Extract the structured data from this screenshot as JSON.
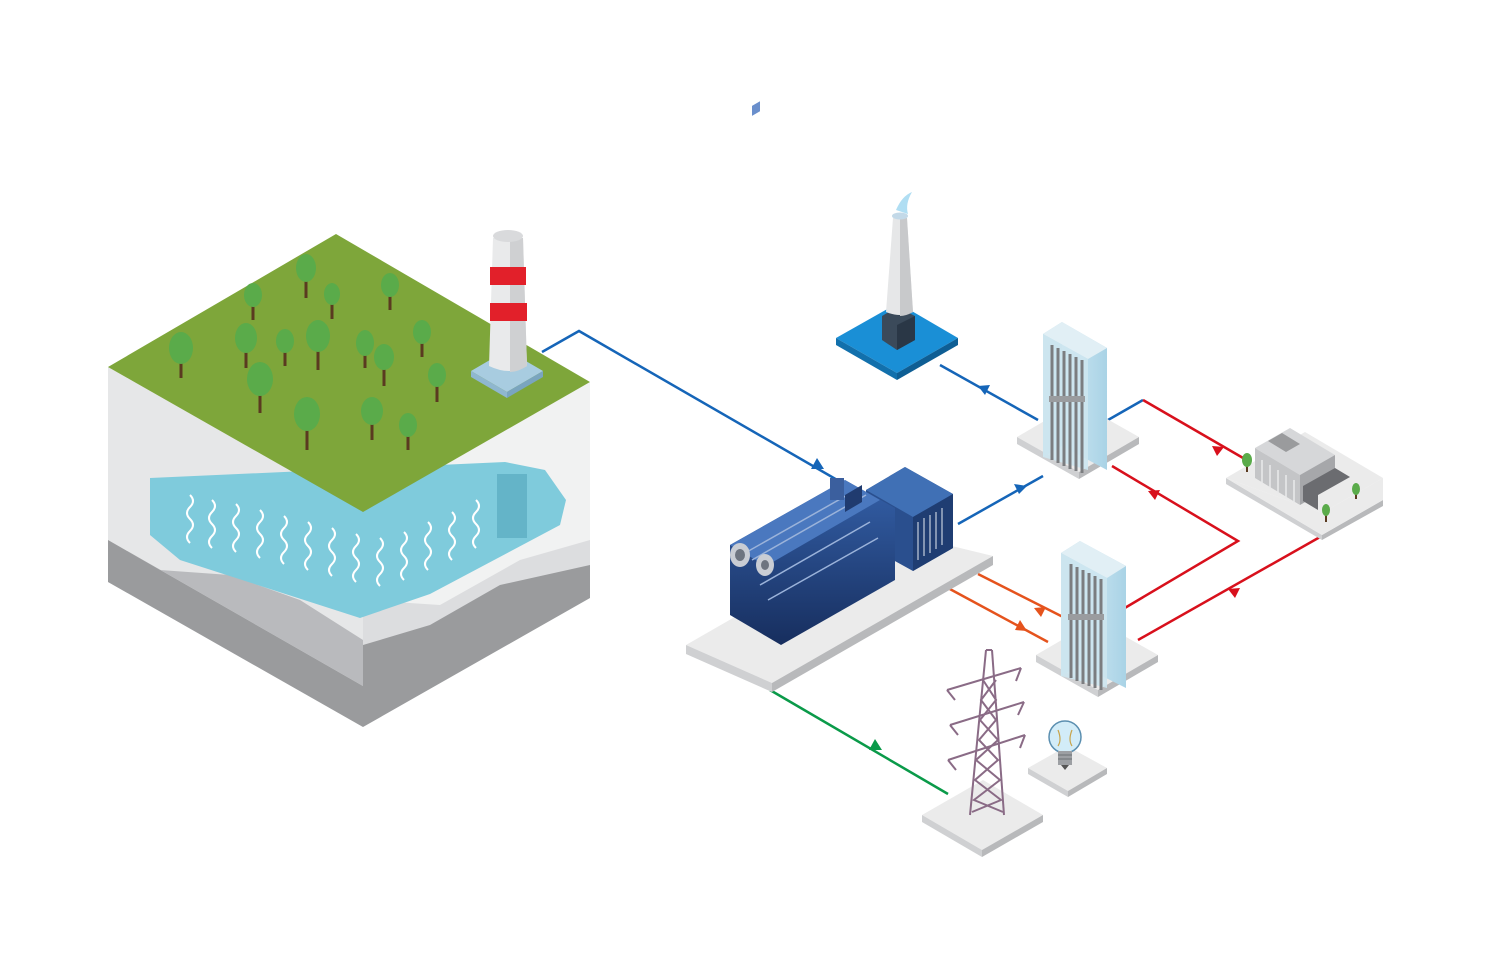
{
  "diagram": {
    "components": [
      {
        "id": "landfill",
        "icon": "landfill-site-icon"
      },
      {
        "id": "gas-stack",
        "icon": "landfill-gas-stack-icon"
      },
      {
        "id": "exhaust-stack",
        "icon": "exhaust-stack-icon"
      },
      {
        "id": "exhaust-heat-exchanger",
        "icon": "heat-exchanger-icon"
      },
      {
        "id": "coolant-heat-exchanger",
        "icon": "heat-exchanger-icon"
      },
      {
        "id": "gas-engine-genset",
        "icon": "gas-engine-icon"
      },
      {
        "id": "building",
        "icon": "building-icon"
      },
      {
        "id": "transmission-tower",
        "icon": "power-pylon-icon"
      },
      {
        "id": "light-bulb",
        "icon": "light-bulb-icon"
      }
    ],
    "flows": [
      {
        "from": "gas-stack",
        "to": "gas-engine-genset",
        "kind": "gas",
        "color": "#1565b8"
      },
      {
        "from": "gas-engine-genset",
        "to": "exhaust-heat-exchanger",
        "kind": "exhaust",
        "color": "#1565b8"
      },
      {
        "from": "exhaust-heat-exchanger",
        "to": "exhaust-stack",
        "kind": "exhaust",
        "color": "#1565b8"
      },
      {
        "from": "exhaust-heat-exchanger",
        "to": "building",
        "kind": "hot-water",
        "color": "#d8101c"
      },
      {
        "from": "building",
        "to": "coolant-heat-exchanger",
        "kind": "return-water",
        "color": "#d8101c"
      },
      {
        "from": "gas-engine-genset",
        "to": "coolant-heat-exchanger",
        "kind": "coolant",
        "color": "#e5531d"
      },
      {
        "from": "gas-engine-genset",
        "to": "transmission-tower",
        "kind": "electricity",
        "color": "#0a9a49"
      }
    ],
    "colors": {
      "grass": "#7ea63a",
      "grass_dark": "#6a8f2c",
      "ground_light": "#e6e7e8",
      "ground_mid": "#c9cacc",
      "ground_dark": "#9a9b9d",
      "water": "#7fcbdc",
      "tree": "#5aab4a",
      "trunk": "#5a3a20",
      "platform": "#ebebeb",
      "platform_side": "#cfd0d2",
      "stack_blue": "#1a8fd6",
      "engine": "#1e3d78",
      "pylon": "#8a6b86"
    }
  }
}
